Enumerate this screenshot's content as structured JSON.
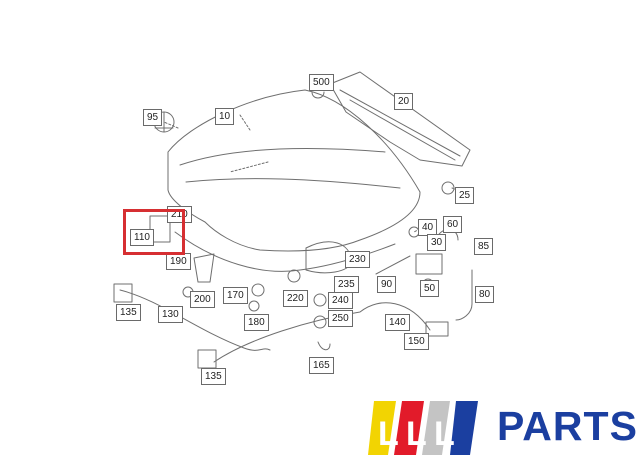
{
  "part_labels": [
    "500",
    "20",
    "95",
    "10",
    "25",
    "210",
    "110",
    "40",
    "60",
    "30",
    "85",
    "190",
    "230",
    "235",
    "90",
    "50",
    "80",
    "135",
    "200",
    "170",
    "220",
    "240",
    "250",
    "180",
    "130",
    "140",
    "150",
    "135",
    "165"
  ],
  "highlighted_part": "110",
  "logo": {
    "letters": [
      "L",
      "L",
      "L"
    ],
    "brand": "PARTS",
    "colors": {
      "yellow": "#f2d402",
      "red": "#e21b2a",
      "blue": "#1b3fa0",
      "gray": "#c4c4c4",
      "text": "#1b3fa0"
    }
  }
}
